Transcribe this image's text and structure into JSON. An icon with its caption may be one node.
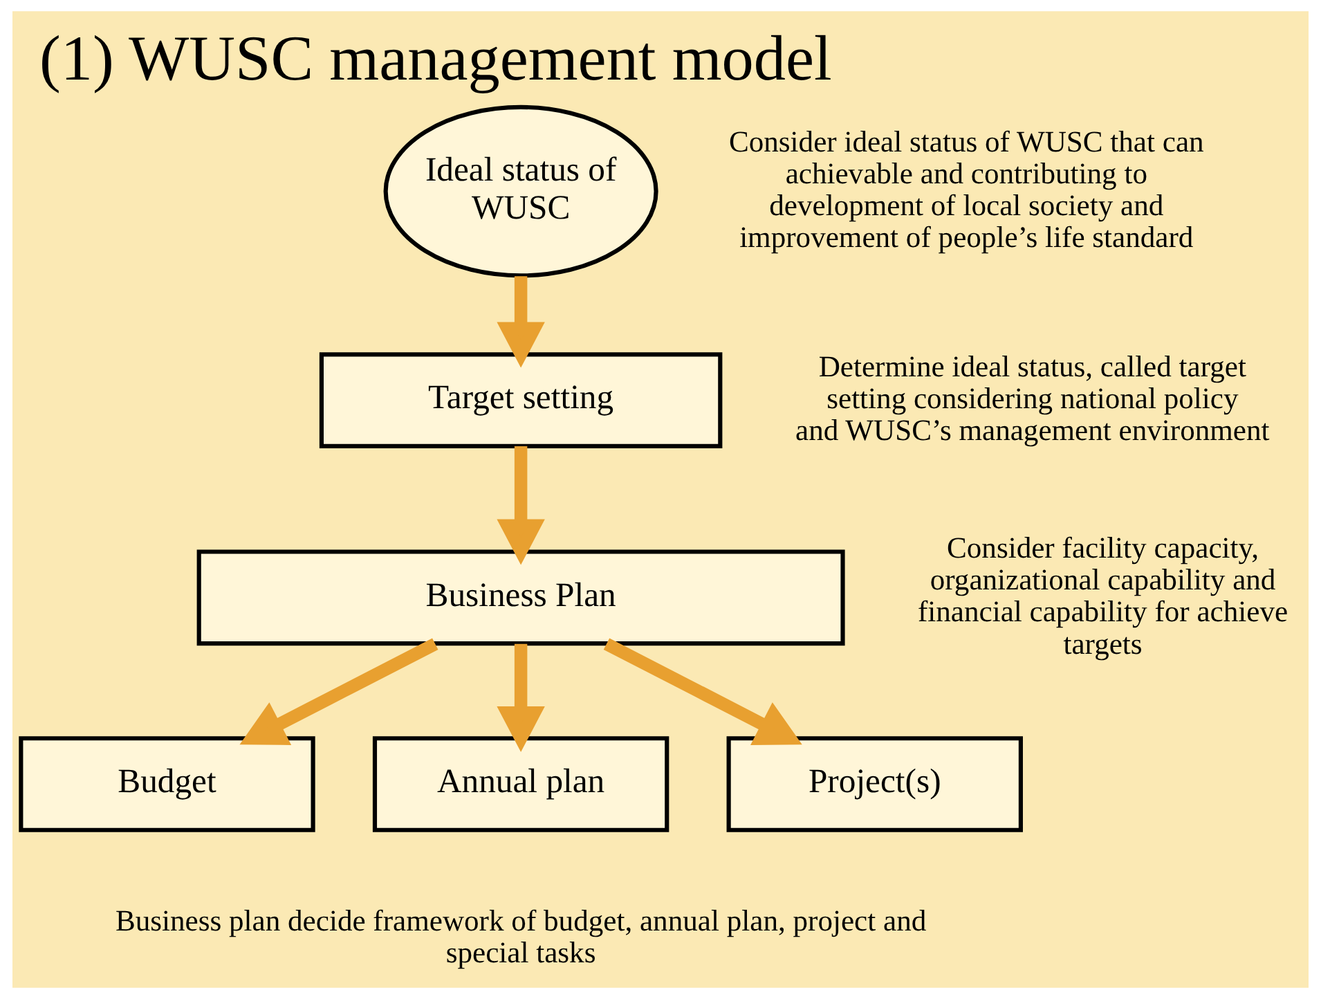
{
  "diagram": {
    "title": "(1) WUSC management model",
    "nodes": [
      {
        "text": [
          "Ideal status of WUSC"
        ],
        "beside": [
          "Consider ideal status of WUSC that can achievable and contributing to development of local society and improvement of people’s life standard"
        ]
      },
      {
        "text": [
          "Target setting"
        ],
        "beside": [
          "Determine ideal status, called target setting considering national policy and WUSC’s management environment"
        ]
      },
      {
        "text": [
          "Business Plan"
        ],
        "beside": [
          "Consider facility capacity, organizational capability and financial capability for achieve targets"
        ]
      },
      {
        "text": [
          "Budget"
        ]
      },
      {
        "text": [
          "Annual plan"
        ]
      },
      {
        "text": [
          "Project(s)"
        ]
      }
    ],
    "edges": [
      {
        "from": 0,
        "to": 1,
        "arrow": "to"
      },
      {
        "from": 1,
        "to": 2,
        "arrow": "to"
      },
      {
        "from": 2,
        "to": 3,
        "arrow": "to"
      },
      {
        "from": 2,
        "to": 4,
        "arrow": "to"
      },
      {
        "from": 2,
        "to": 5,
        "arrow": "to"
      }
    ],
    "labels": [
      "Business plan decide framework of budget, annual plan, project and special tasks"
    ]
  }
}
